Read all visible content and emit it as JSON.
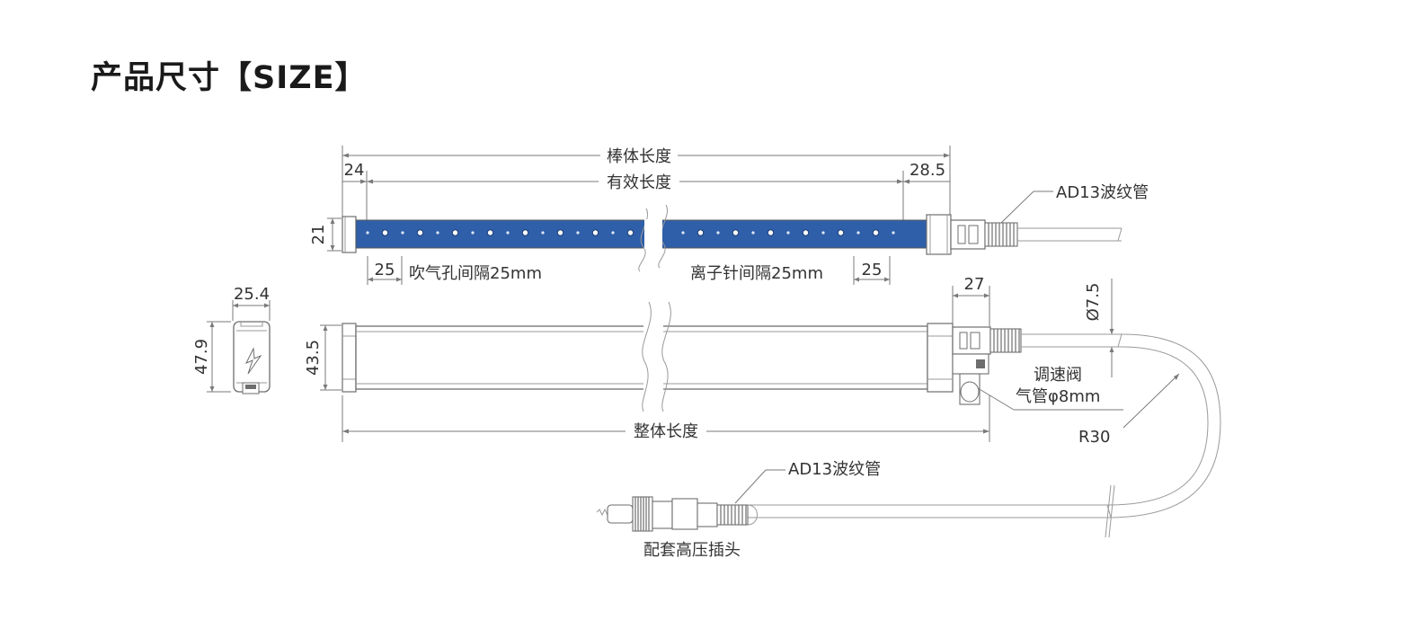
{
  "title": "产品尺寸【SIZE】",
  "colors": {
    "bar_blue": "#2f5fa9",
    "line": "#7a7a7a",
    "text": "#333333"
  },
  "labels": {
    "rod_length": "棒体长度",
    "effective_length": "有效长度",
    "overall_length": "整体长度",
    "blow_hole_spacing": "吹气孔间隔25mm",
    "ion_needle_spacing": "离子针间隔25mm",
    "conduit_top": "AD13波纹管",
    "conduit_bottom": "AD13波纹管",
    "speed_valve": "调速阀",
    "air_tube": "气管φ8mm",
    "hv_plug": "配套高压插头",
    "radius": "R30",
    "cable_diameter": "Ø7.5"
  },
  "dimensions": {
    "left_end": "24",
    "right_end": "28.5",
    "bar_height": "21",
    "hole_pitch": "25",
    "needle_pitch": "25",
    "end_width": "25.4",
    "end_height": "47.9",
    "side_height": "43.5",
    "connector_length": "27"
  },
  "icons": {
    "logo": "lightning-logo-icon"
  }
}
